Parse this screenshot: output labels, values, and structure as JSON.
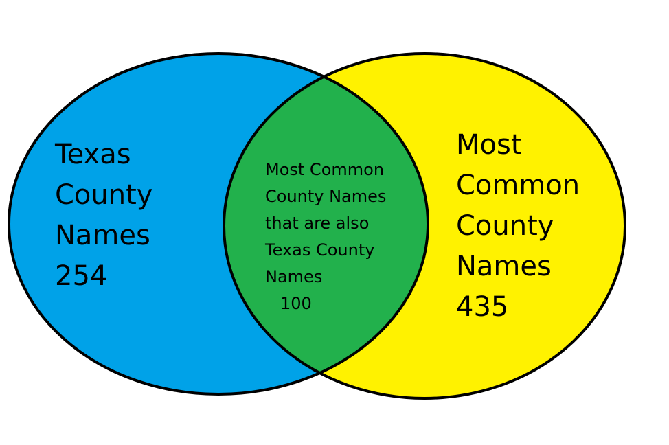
{
  "colors": {
    "left_circle": "#00a2e8",
    "right_circle": "#fff200",
    "overlap": "#22b14c",
    "outline": "#000000"
  },
  "left_set": {
    "lines": [
      "Texas",
      "County",
      "Names"
    ],
    "count": "254"
  },
  "right_set": {
    "lines": [
      "Most",
      "Common",
      "County",
      "Names"
    ],
    "count": "435"
  },
  "overlap": {
    "lines": [
      "Most Common",
      "County Names",
      "that are also",
      "Texas County",
      "Names"
    ],
    "count": "100"
  }
}
